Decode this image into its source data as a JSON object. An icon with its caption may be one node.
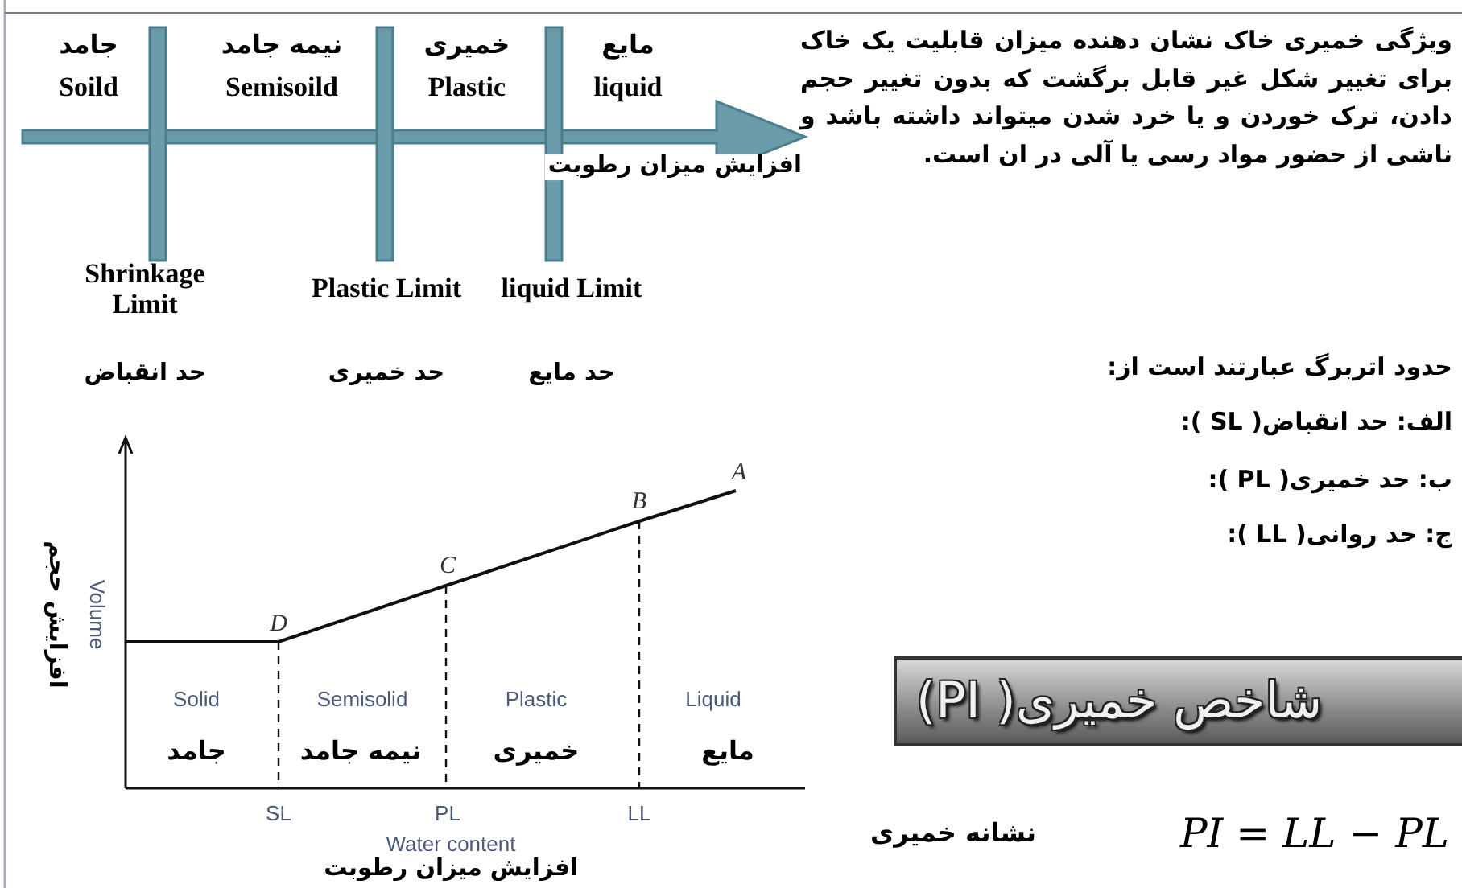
{
  "diagram": {
    "nodes": [
      {
        "text": [
          "شاخص خمیری( PI)"
        ]
      }
    ],
    "labels": [
      "جامد",
      "Soild",
      "نیمه جامد",
      "Semisoild",
      "خمیری",
      "Plastic",
      "مایع",
      "liquid",
      "ویژگی خمیری خاک نشان دهنده میزان قابلیت یک خاک برای تغییر شکل غیر قابل برگشت که بدون تغییر حجم دادن، ترک خوردن و یا خرد شدن میتواند داشته باشد و ناشی از حضور مواد رسی یا آلی در ان است.",
      "افزایش میزان رطوبت",
      "Shrinkage Limit",
      "Plastic Limit",
      "liquid Limit",
      "حد انقباض",
      "حد خمیری",
      "حد مایع",
      "حدود اتربرگ عبارتند است از:",
      "الف: حد انقباض( SL ):",
      "ب: حد خمیری( PL ):",
      "ج: حد روانی( LL ):",
      "A",
      "B",
      "C",
      "D",
      "افزایش حجم",
      "Volume",
      "Solid",
      "Semisolid",
      "Plastic",
      "Liquid",
      "جامد",
      "نیمه جامد",
      "خمیری",
      "مایع",
      "SL",
      "PL",
      "LL",
      "Water content",
      "افزایش میزان رطوبت",
      "نشانه خمیری",
      "PI = LL − PL"
    ]
  }
}
